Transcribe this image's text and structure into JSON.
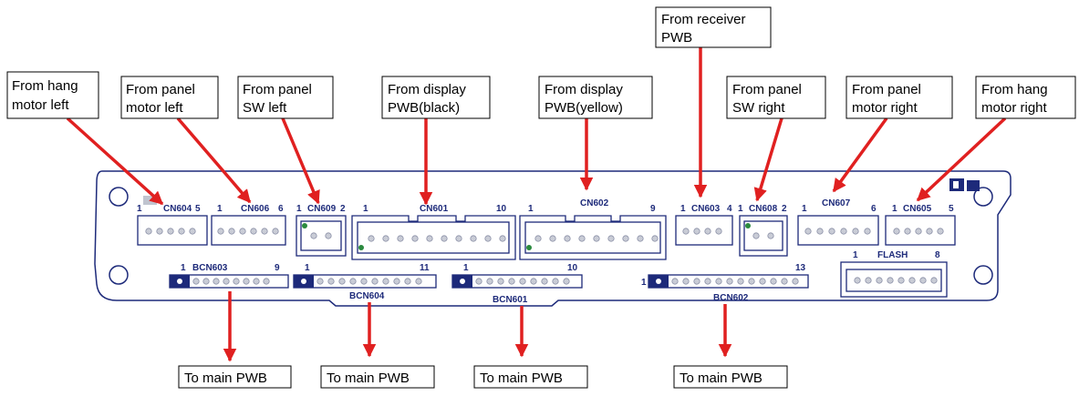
{
  "callouts": {
    "hang_motor_left": [
      "From hang",
      "motor left"
    ],
    "panel_motor_left": [
      "From panel",
      "motor left"
    ],
    "panel_sw_left": [
      "From panel",
      "SW left"
    ],
    "display_black": [
      "From display",
      "PWB(black)"
    ],
    "display_yellow": [
      "From display",
      "PWB(yellow)"
    ],
    "receiver": [
      "From receiver",
      "PWB"
    ],
    "panel_sw_right": [
      "From panel",
      "SW right"
    ],
    "panel_motor_right": [
      "From panel",
      "motor right"
    ],
    "hang_motor_right": [
      "From hang",
      "motor right"
    ],
    "to_main_1": "To main PWB",
    "to_main_2": "To main PWB",
    "to_main_3": "To main PWB",
    "to_main_4": "To main PWB"
  },
  "connectors": {
    "cn604": {
      "name": "CN604",
      "first": "1",
      "last": "5"
    },
    "cn606": {
      "name": "CN606",
      "first": "1",
      "last": "6"
    },
    "cn609": {
      "name": "CN609",
      "first": "1",
      "last": "2"
    },
    "cn601": {
      "name": "CN601",
      "first": "1",
      "last": "10"
    },
    "cn602": {
      "name": "CN602",
      "first": "1",
      "last": "9"
    },
    "cn603": {
      "name": "CN603",
      "first": "1",
      "last": "4"
    },
    "cn608": {
      "name": "CN608",
      "first": "1",
      "last": "2"
    },
    "cn607": {
      "name": "CN607",
      "first": "1",
      "last": "6"
    },
    "cn605": {
      "name": "CN605",
      "first": "1",
      "last": "5"
    },
    "flash": {
      "name": "FLASH",
      "first": "1",
      "last": "8"
    },
    "bcn603": {
      "name": "BCN603",
      "first": "1",
      "last": "9"
    },
    "bcn604": {
      "name": "BCN604",
      "first": "1",
      "last": "11"
    },
    "bcn601": {
      "name": "BCN601",
      "first": "1",
      "last": "10"
    },
    "bcn602": {
      "name": "BCN602",
      "first": "1",
      "last": "13"
    }
  },
  "colors": {
    "arrow": "#e02020",
    "silkscreen": "#1d2a7a"
  }
}
